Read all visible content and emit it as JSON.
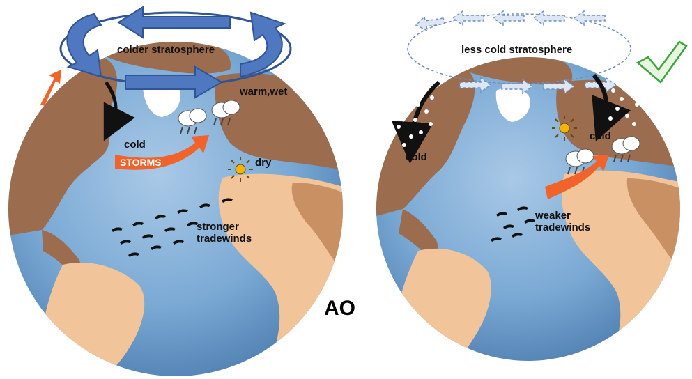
{
  "figure_label": "AO",
  "colors": {
    "ocean": "#6d9fce",
    "ocean_light": "#a9c9e6",
    "land_dark": "#9b6c4e",
    "land_light": "#f2c49a",
    "arrow_blue": "#4f78c0",
    "arrow_red": "#f0632a",
    "check": "#3aa63a"
  },
  "left_globe": {
    "labels": {
      "stratosphere": "colder stratosphere",
      "warm_wet": "warm,wet",
      "cold": "cold",
      "storms": "STORMS",
      "dry": "dry",
      "tradewinds_line1": "stronger",
      "tradewinds_line2": "tradewinds"
    }
  },
  "right_globe": {
    "labels": {
      "stratosphere": "less cold stratosphere",
      "cold_west": "cold",
      "cold_east": "cold",
      "tradewinds_line1": "weaker",
      "tradewinds_line2": "tradewinds"
    },
    "icons": [
      "checkmark-icon",
      "sun-icon",
      "cloud-rain-icon"
    ]
  }
}
